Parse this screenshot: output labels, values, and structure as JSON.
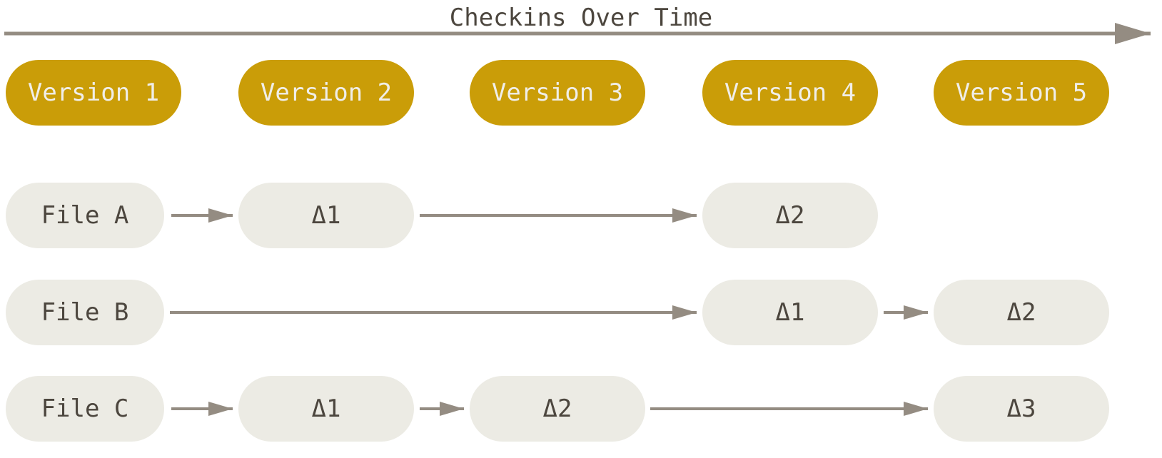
{
  "title": "Checkins Over Time",
  "colors": {
    "gold": "#CA9D08",
    "pill": "#ECEBE4",
    "line": "#948C82",
    "text_dark": "#4C463E",
    "text_light": "#F0EEE9"
  },
  "versions": [
    {
      "label": "Version 1"
    },
    {
      "label": "Version 2"
    },
    {
      "label": "Version 3"
    },
    {
      "label": "Version 4"
    },
    {
      "label": "Version 5"
    }
  ],
  "rows": [
    {
      "file": "File A",
      "deltas": [
        {
          "label": "Δ1",
          "col": 2
        },
        {
          "label": "Δ2",
          "col": 4
        }
      ]
    },
    {
      "file": "File B",
      "deltas": [
        {
          "label": "Δ1",
          "col": 4
        },
        {
          "label": "Δ2",
          "col": 5
        }
      ]
    },
    {
      "file": "File C",
      "deltas": [
        {
          "label": "Δ1",
          "col": 2
        },
        {
          "label": "Δ2",
          "col": 3
        },
        {
          "label": "Δ3",
          "col": 5
        }
      ]
    }
  ]
}
